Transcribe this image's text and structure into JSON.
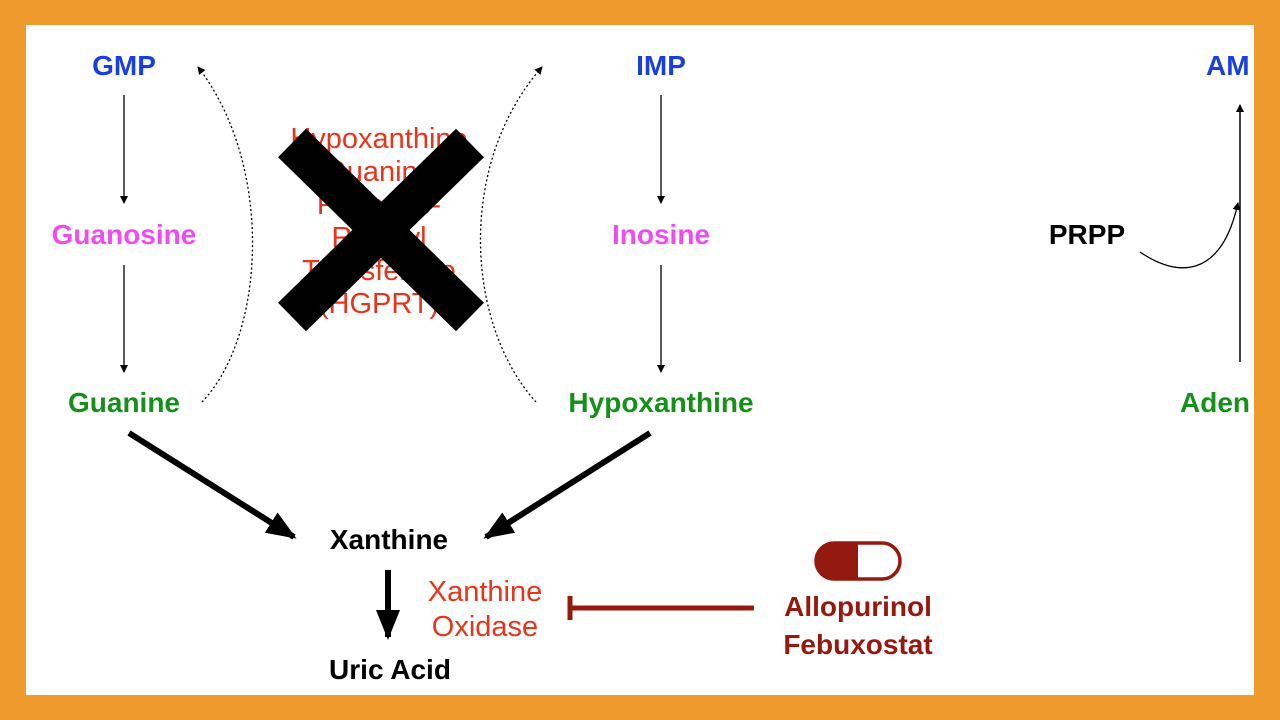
{
  "colors": {
    "border": "#ef9a2d",
    "nucleotide": "#1a3fe0",
    "nucleoside": "#ef4cf0",
    "base": "#15911a",
    "enzyme": "#e8341c",
    "drug": "#941a10",
    "cross": "#000000"
  },
  "nodes": {
    "gmp": "GMP",
    "guanosine": "Guanosine",
    "guanine": "Guanine",
    "imp": "IMP",
    "inosine": "Inosine",
    "hypoxanthine": "Hypoxanthine",
    "amp": "AM",
    "adenine": "Aden",
    "prpp": "PRPP",
    "xanthine": "Xanthine",
    "uric_acid": "Uric Acid"
  },
  "hgprt": {
    "lines": [
      "Hypoxanthine",
      "Guanine",
      "Phospho-",
      "Ribosyl",
      "Transferase",
      "(HGPRT)"
    ],
    "blocked_icon": "cross-mark-icon"
  },
  "xanthine_oxidase": {
    "lines": [
      "Xanthine",
      "Oxidase"
    ]
  },
  "drugs": {
    "lines": [
      "Allopurinol",
      "Febuxostat"
    ],
    "icon": "capsule-pill-icon"
  }
}
